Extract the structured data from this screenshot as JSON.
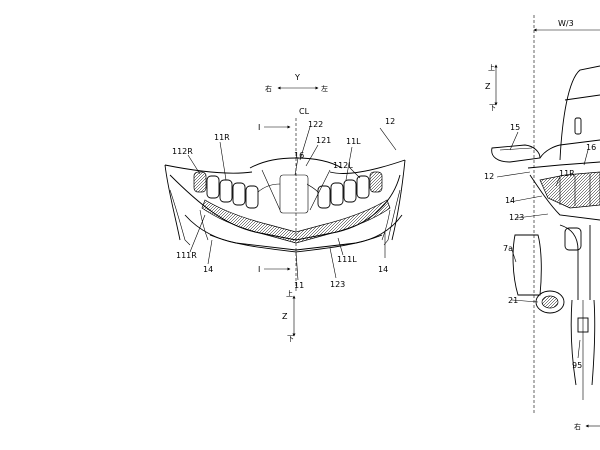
{
  "left_figure": {
    "axis_y": "Y",
    "dir_right": "右",
    "dir_left": "左",
    "centerline": "CL",
    "section_mark": "I",
    "axis_z": "Z",
    "dir_up": "上",
    "dir_down": "下",
    "labels": {
      "l12": "12",
      "l11R": "11R",
      "l11L": "11L",
      "l112R": "112R",
      "l112L": "112L",
      "l111R": "111R",
      "l111L": "111L",
      "l122": "122",
      "l121": "121",
      "l16": "16",
      "l14a": "14",
      "l14b": "14",
      "l11": "11",
      "l123": "123"
    }
  },
  "right_figure": {
    "width_label": "W/3",
    "axis_z": "Z",
    "dir_up": "上",
    "dir_down": "下",
    "dir_right": "右",
    "labels": {
      "l15": "15",
      "l16": "16",
      "l11R": "11R",
      "l12": "12",
      "l14": "14",
      "l123": "123",
      "l7a": "7a",
      "l21": "21",
      "l95": "95"
    }
  }
}
